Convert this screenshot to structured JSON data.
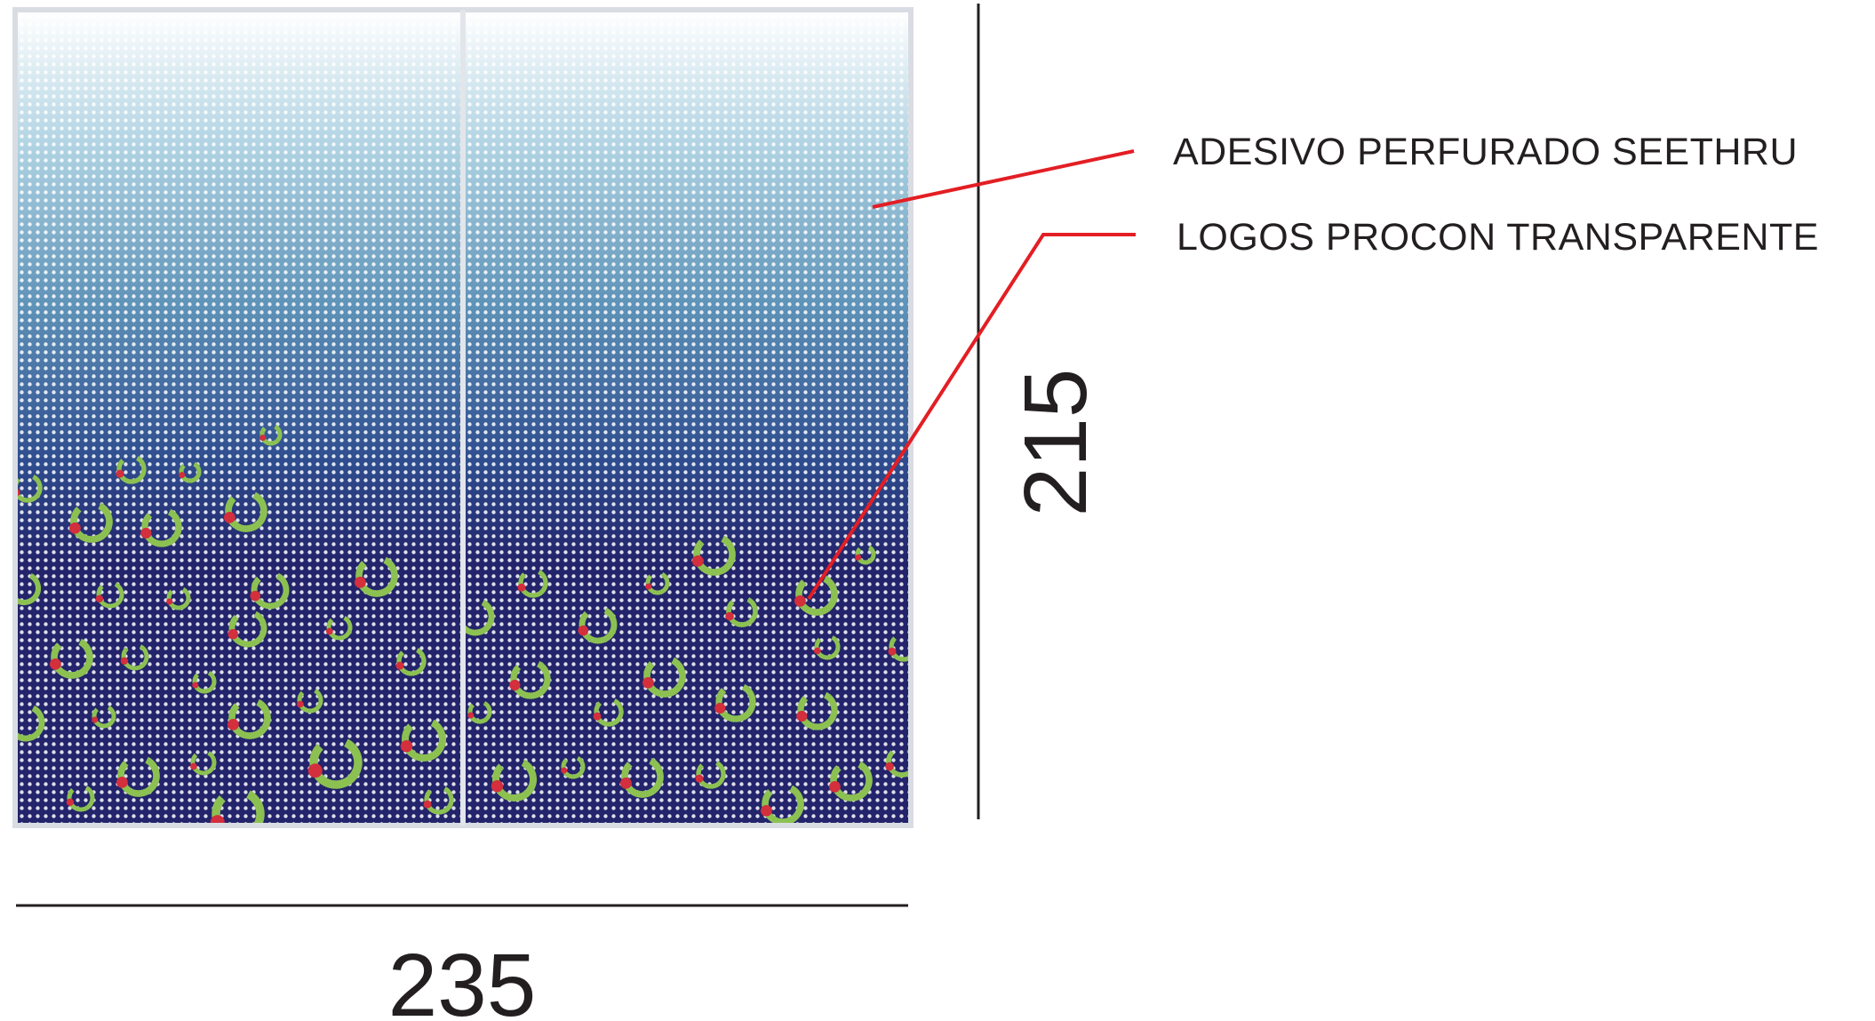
{
  "callouts": {
    "adesivo": "ADESIVO PERFURADO SEETHRU",
    "logos": "LOGOS PROCON TRANSPARENTE"
  },
  "dimensions": {
    "width": "235",
    "height": "215"
  },
  "colors": {
    "gradient_top": "#ffffff",
    "gradient_upper": "#a9cfe0",
    "gradient_mid": "#5f93b8",
    "gradient_lower": "#2f4e8f",
    "gradient_bottom": "#23246b",
    "perforation_dots": "#ffffff",
    "logo_ring": "#8cc152",
    "logo_dot": "#d32f3c",
    "leader_line": "#e31e24",
    "dimension_line": "#231f20",
    "panel_border": "#d9dde3"
  }
}
